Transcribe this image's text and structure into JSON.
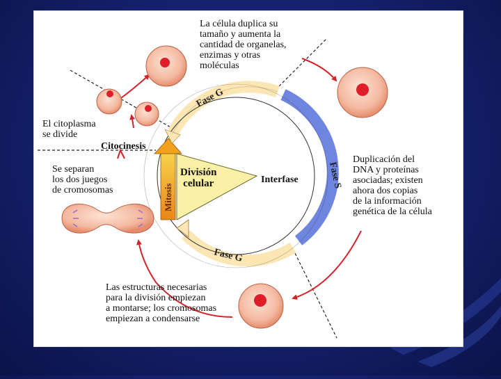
{
  "diagram": {
    "phase_g1_label": "Fase G",
    "phase_s_label": "Fase S",
    "phase_g2_label": "Fase G",
    "mitosis_label": "Mitosis",
    "cell_division_label": "División\ncelular",
    "interphase_label": "Interfase",
    "cytokinesis_label": "Citocinesis",
    "caption_growth": "La célula duplica su\ntamaño y aumenta la\ncantidad de organelas,\nenzimas y otras\nmoléculas",
    "caption_dna": "Duplicación del\nDNA y proteínas\nasociadas; existen\nahora dos copias\nde la información\ngenética de la célula",
    "caption_prep": "Las estructuras necesarias\npara la división empiezan\na montarse; los cromosomas\nempiezan a condensarse",
    "caption_cytoplasm": "El citoplasma\nse divide",
    "caption_separate": "Se separan\nlos dos juegos\nde cromosomas",
    "colors": {
      "slide_bg": "#14206a",
      "g_phase": "#fbe6b4",
      "s_phase": "#6f86e0",
      "mitosis": "#f3a21c",
      "center_triangle": "#fbf1a6",
      "cell_fill": "#f7c6b0",
      "nucleus": "#e01e2a",
      "arrow": "#d2232a"
    }
  }
}
